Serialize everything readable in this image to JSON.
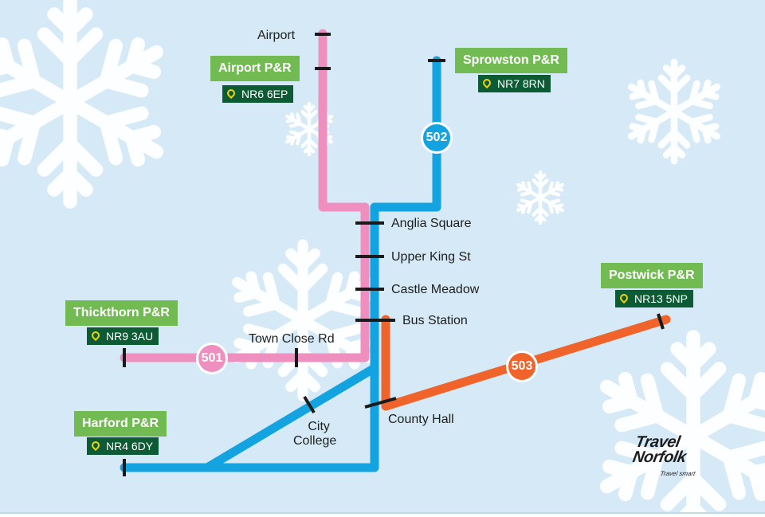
{
  "colors": {
    "background": "#d6e9f6",
    "route_501": "#ef8fbf",
    "route_502": "#13a3e1",
    "route_503": "#f0642c",
    "park_ride_label": "#72bb53",
    "postcode_label": "#0d5b34",
    "pin": "#f2d400"
  },
  "routes": {
    "r501": {
      "number": "501"
    },
    "r502": {
      "number": "502"
    },
    "r503": {
      "number": "503"
    }
  },
  "park_and_ride": {
    "airport": {
      "name": "Airport P&R",
      "postcode": "NR6 6EP"
    },
    "sprowston": {
      "name": "Sprowston P&R",
      "postcode": "NR7 8RN"
    },
    "thickthorn": {
      "name": "Thickthorn P&R",
      "postcode": "NR9 3AU"
    },
    "harford": {
      "name": "Harford P&R",
      "postcode": "NR4 6DY"
    },
    "postwick": {
      "name": "Postwick P&R",
      "postcode": "NR13 5NP"
    }
  },
  "stops": {
    "airport": "Airport",
    "anglia_square": "Anglia Square",
    "upper_king_st": "Upper King St",
    "castle_meadow": "Castle Meadow",
    "bus_station": "Bus Station",
    "town_close_rd": "Town Close Rd",
    "county_hall": "County Hall",
    "city_college_1": "City",
    "city_college_2": "College"
  },
  "brand": {
    "line1": "Travel",
    "line2": "Norfolk",
    "tagline": "Travel smart"
  }
}
